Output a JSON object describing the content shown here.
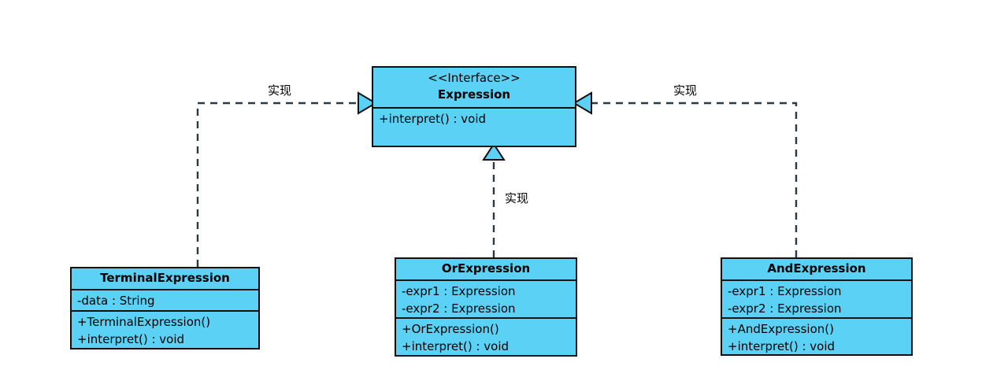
{
  "diagram": {
    "kind": "uml-class-diagram",
    "pattern": "Interpreter",
    "background_color": "#ffffff",
    "box_fill_color": "#5BD2F5",
    "box_border_color": "#111111",
    "line_color": "#2b3a42",
    "arrow_fill_color": "#5BD2F5"
  },
  "classes": {
    "expression": {
      "stereotype": "<<Interface>>",
      "name": "Expression",
      "attributes": [],
      "methods": [
        "+interpret() : void"
      ]
    },
    "terminal": {
      "stereotype": "",
      "name": "TerminalExpression",
      "attributes": [
        "-data : String"
      ],
      "methods": [
        "+TerminalExpression()",
        "+interpret() : void"
      ]
    },
    "or": {
      "stereotype": "",
      "name": "OrExpression",
      "attributes": [
        "-expr1 : Expression",
        "-expr2 : Expression"
      ],
      "methods": [
        "+OrExpression()",
        "+interpret() : void"
      ]
    },
    "and": {
      "stereotype": "",
      "name": "AndExpression",
      "attributes": [
        "-expr1 : Expression",
        "-expr2 : Expression"
      ],
      "methods": [
        "+AndExpression()",
        "+interpret() : void"
      ]
    }
  },
  "relations": {
    "terminal_to_expression": {
      "label": "实现",
      "type": "realization"
    },
    "or_to_expression": {
      "label": "实现",
      "type": "realization"
    },
    "and_to_expression": {
      "label": "实现",
      "type": "realization"
    }
  }
}
